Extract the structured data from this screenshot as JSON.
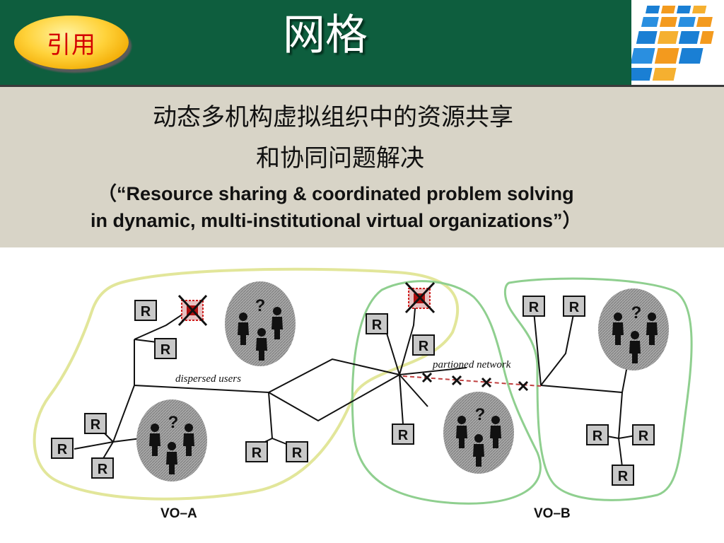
{
  "header": {
    "badge_label": "引用",
    "title": "网格"
  },
  "subtitle": {
    "zh_line1": "动态多机构虚拟组织中的资源共享",
    "zh_line2": "和协同问题解决",
    "en_line1": "（“Resource sharing & coordinated problem solving",
    "en_line2": "in dynamic, multi-institutional virtual organizations”）"
  },
  "diagram": {
    "resource_label": "R",
    "unknown_label": "?",
    "dispersed_users_label": "dispersed users",
    "partitioned_network_label": "partioned network",
    "vo_a_label": "VO–A",
    "vo_b_label": "VO–B",
    "colors": {
      "vo_a_outline": "#e2e69a",
      "vo_b_outline": "#8fcf8f",
      "resource_fill": "#c8c8c8",
      "user_group_fill": "#a8a8a8",
      "failed_node_accent": "#d02020"
    }
  },
  "logo": {
    "colors": [
      "#1a7fd4",
      "#f39a1e",
      "#2a8fe0",
      "#f5b030"
    ]
  }
}
